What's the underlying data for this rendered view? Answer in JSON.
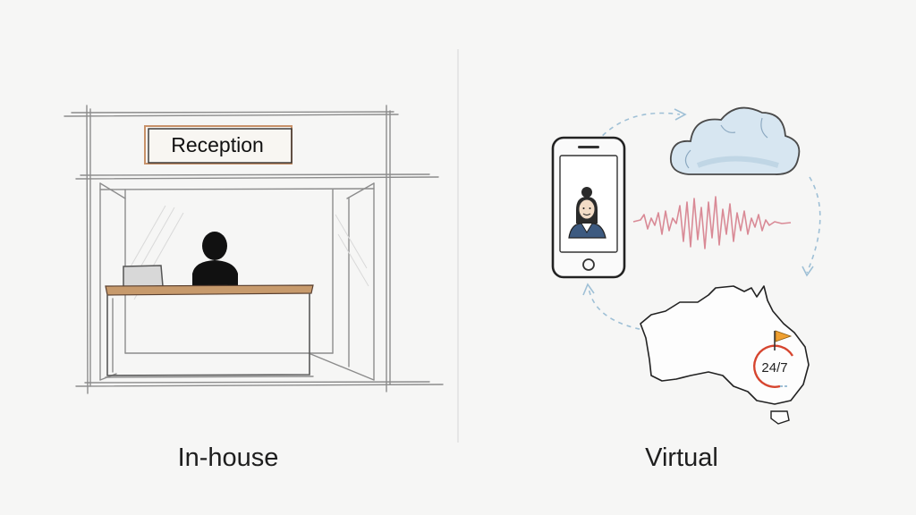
{
  "captions": {
    "left": "In-house",
    "right": "Virtual"
  },
  "reception_sign": "Reception",
  "availability_badge": "24/7",
  "colors": {
    "background": "#f6f6f5",
    "desk_top": "#c79a6c",
    "sign_border": "#c8926a",
    "sound_wave": "#d98a96",
    "cloud": "#c9dcea",
    "badge_ring": "#d6452f",
    "flag": "#f0a030",
    "dashed_arrow": "#9fc0d6"
  },
  "icons": [
    "smartphone-icon",
    "person-avatar-icon",
    "cloud-icon",
    "sound-wave-icon",
    "australia-map-icon",
    "flag-icon",
    "clock-badge-icon"
  ]
}
